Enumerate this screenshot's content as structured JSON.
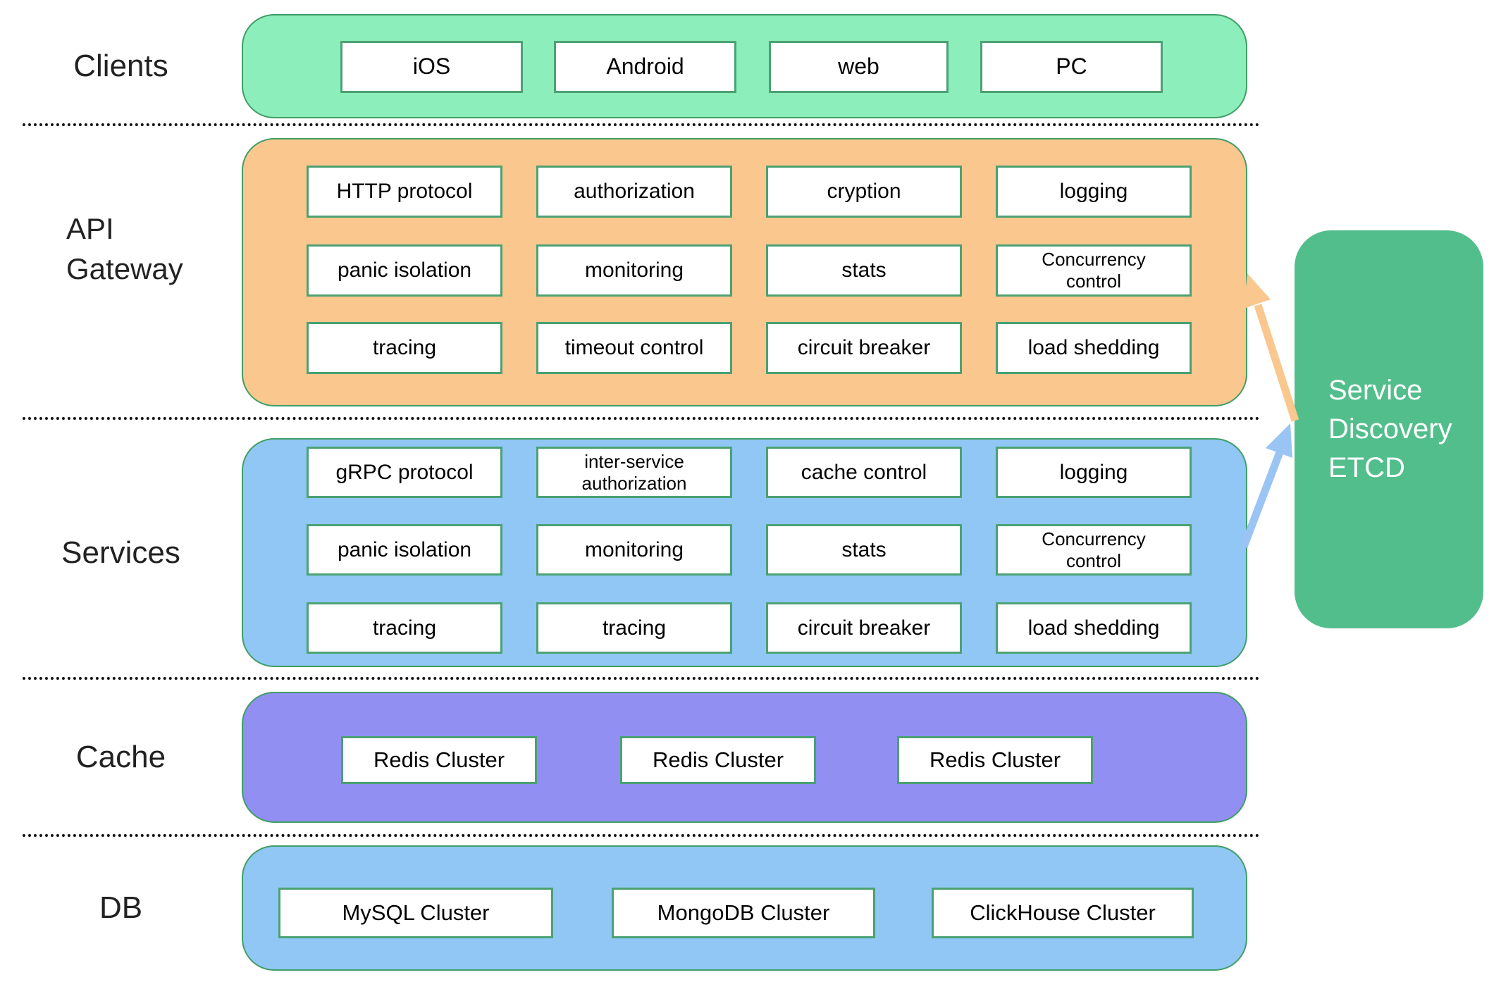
{
  "layers": {
    "clients": {
      "label": "Clients",
      "items": [
        "iOS",
        "Android",
        "web",
        "PC"
      ]
    },
    "api_gateway": {
      "label": "API\nGateway",
      "rows": [
        [
          "HTTP protocol",
          "authorization",
          "cryption",
          "logging"
        ],
        [
          "panic isolation",
          "monitoring",
          "stats",
          "Concurrency\ncontrol"
        ],
        [
          "tracing",
          "timeout control",
          "circuit breaker",
          "load shedding"
        ]
      ]
    },
    "services": {
      "label": "Services",
      "rows": [
        [
          "gRPC protocol",
          "inter-service\nauthorization",
          "cache control",
          "logging"
        ],
        [
          "panic isolation",
          "monitoring",
          "stats",
          "Concurrency\ncontrol"
        ],
        [
          "tracing",
          "tracing",
          "circuit breaker",
          "load shedding"
        ]
      ]
    },
    "cache": {
      "label": "Cache",
      "items": [
        "Redis Cluster",
        "Redis Cluster",
        "Redis Cluster"
      ]
    },
    "db": {
      "label": "DB",
      "items": [
        "MySQL Cluster",
        "MongoDB Cluster",
        "ClickHouse Cluster"
      ]
    }
  },
  "service_discovery": {
    "label": "Service\nDiscovery\nETCD"
  },
  "colors": {
    "clients_band": "#8BEEBB",
    "api_gateway_band": "#FAC78E",
    "services_band": "#90C7F5",
    "cache_band": "#918FF2",
    "db_band": "#90C7F5",
    "service_discovery_box": "#52BE8C",
    "band_border": "#3F9E65",
    "box_border": "#4CA173",
    "box_fill": "#FFFFFF",
    "arrow_orange": "#FAC78E",
    "arrow_blue": "#9AC4F3",
    "separator_dots": "#141414",
    "layer_label_text": "#222222",
    "box_text": "#000000",
    "service_discovery_text": "#FFFFFF"
  }
}
